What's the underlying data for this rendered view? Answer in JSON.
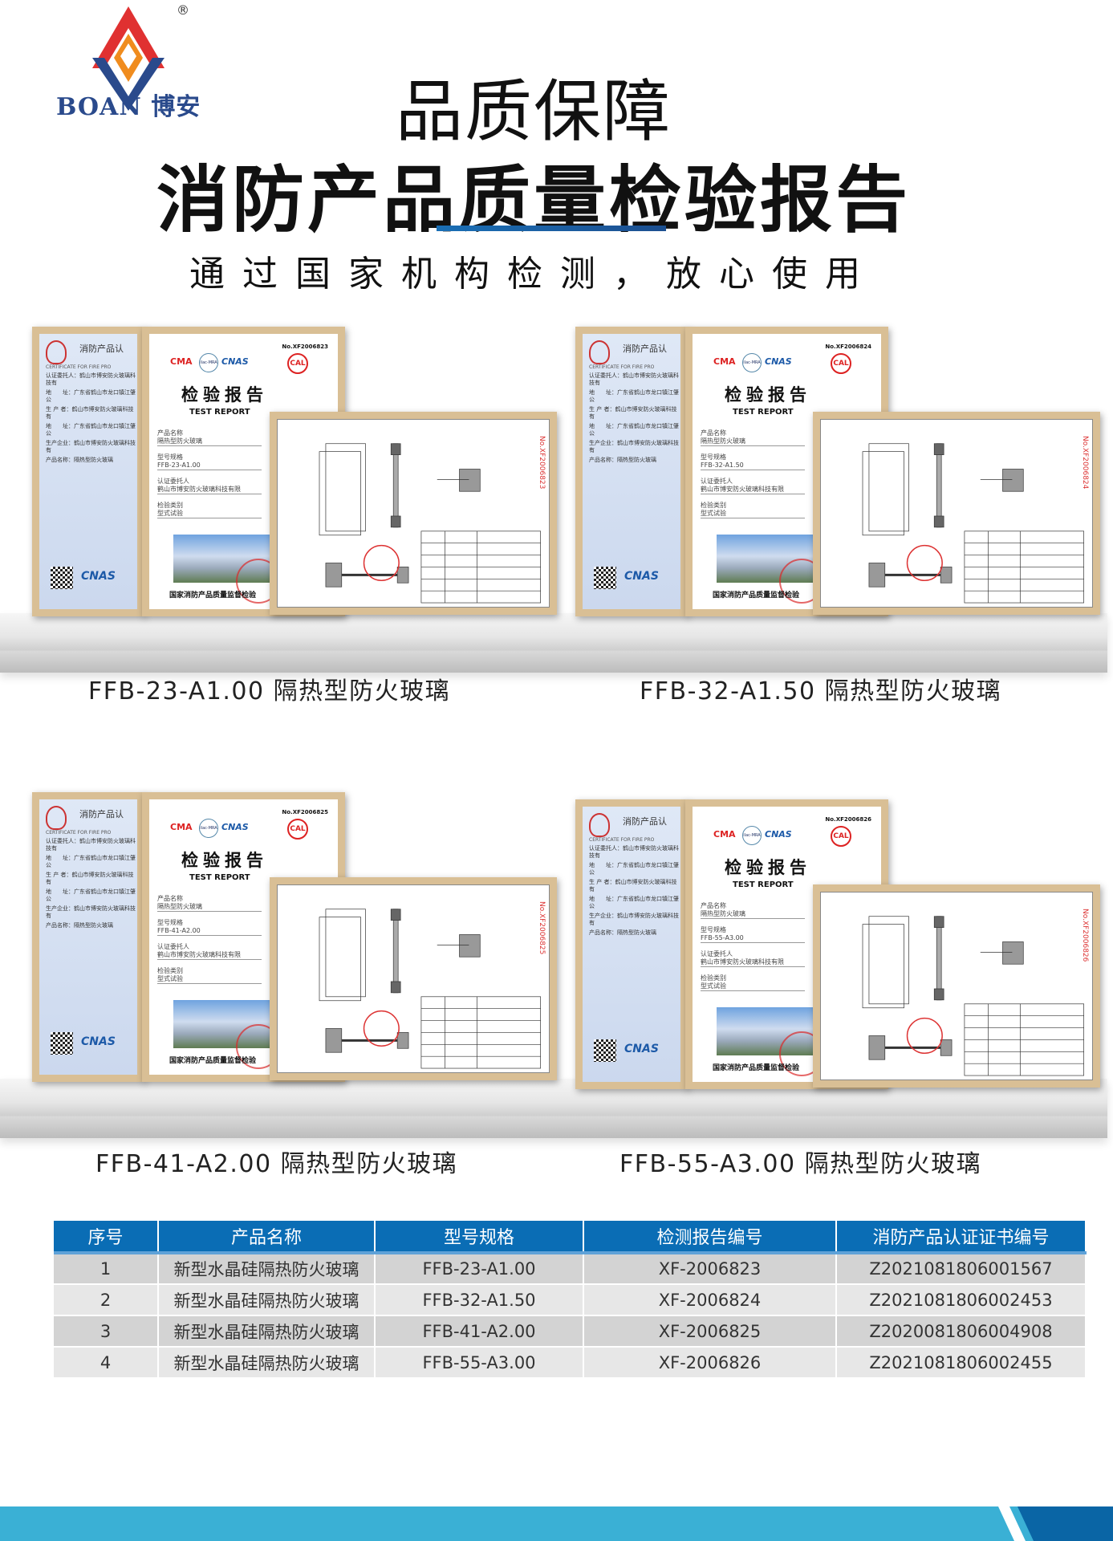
{
  "brand": {
    "name": "BOAN 博安",
    "registered": "®",
    "colors": {
      "red": "#e03131",
      "orange": "#f08c1e",
      "blue": "#2a4a8c"
    }
  },
  "header": {
    "title": "品质保障",
    "headline": "消防产品质量检验报告",
    "subtitle": "通过国家机构检测，放心使用",
    "accent": "#1a6fb5"
  },
  "certificates": [
    {
      "caption": "FFB-23-A1.00 隔热型防火玻璃",
      "report_no": "No.XF2006823",
      "model": "FFB-23-A1.00",
      "stamp_no": "No.XF2006823"
    },
    {
      "caption": "FFB-32-A1.50 隔热型防火玻璃",
      "report_no": "No.XF2006824",
      "model": "FFB-32-A1.50",
      "stamp_no": "No.XF2006824"
    },
    {
      "caption": "FFB-41-A2.00 隔热型防火玻璃",
      "report_no": "No.XF2006825",
      "model": "FFB-41-A2.00",
      "stamp_no": "No.XF2006825"
    },
    {
      "caption": "FFB-55-A3.00 隔热型防火玻璃",
      "report_no": "No.XF2006826",
      "model": "FFB-55-A3.00",
      "stamp_no": "No.XF2006826"
    }
  ],
  "cert_common": {
    "cert_title": "消防产品认",
    "cert_en": "CERTIFICATE FOR FIRE PRO",
    "fields": [
      "认证委托人：鹤山市博安防火玻璃科技有",
      "地　　址：广东省鹤山市龙口镇江肇公",
      "生 产 者：鹤山市博安防火玻璃科技有",
      "地　　址：广东省鹤山市龙口镇江肇公",
      "生产企业：鹤山市博安防火玻璃科技有",
      "产品名称：隔热型防火玻璃"
    ],
    "cnas": "CNAS",
    "report_title": "检验报告",
    "report_en": "TEST REPORT",
    "report_fields": [
      [
        "产品名称",
        "隔热型防火玻璃"
      ],
      [
        "型号规格",
        ""
      ],
      [
        "认证委托人",
        "鹤山市博安防火玻璃科技有限"
      ],
      [
        "检验类别",
        "型式试验"
      ]
    ],
    "center": "国家消防产品质量监督检验",
    "logos": [
      "CMA",
      "ilac-MRA",
      "CNAS",
      "CAL"
    ]
  },
  "table": {
    "headers": [
      "序号",
      "产品名称",
      "型号规格",
      "检测报告编号",
      "消防产品认证证书编号"
    ],
    "rows": [
      [
        "1",
        "新型水晶硅隔热防火玻璃",
        "FFB-23-A1.00",
        "XF-2006823",
        "Z2021081806001567"
      ],
      [
        "2",
        "新型水晶硅隔热防火玻璃",
        "FFB-32-A1.50",
        "XF-2006824",
        "Z2021081806002453"
      ],
      [
        "3",
        "新型水晶硅隔热防火玻璃",
        "FFB-41-A2.00",
        "XF-2006825",
        "Z2020081806004908"
      ],
      [
        "4",
        "新型水晶硅隔热防火玻璃",
        "FFB-55-A3.00",
        "XF-2006826",
        "Z2021081806002455"
      ]
    ],
    "header_color": "#0a6db5"
  }
}
